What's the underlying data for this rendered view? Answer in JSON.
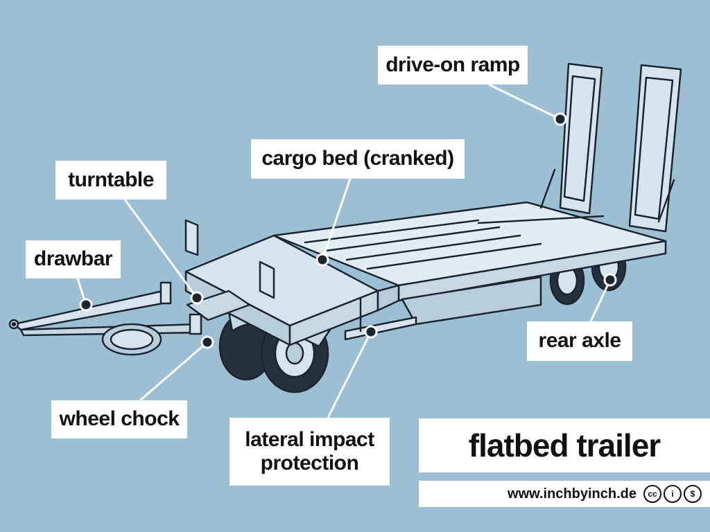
{
  "title": "flatbed trailer",
  "website": "www.inchbyinch.de",
  "license_icons": [
    "cc-icon",
    "by-icon",
    "nc-icon"
  ],
  "license_glyphs": {
    "cc": "cc",
    "by": "i",
    "nc": "$"
  },
  "labels": {
    "drive_on_ramp": "drive-on ramp",
    "cargo_bed": "cargo bed (cranked)",
    "turntable": "turntable",
    "drawbar": "drawbar",
    "rear_axle": "rear axle",
    "wheel_chock": "wheel chock",
    "lateral_impact_line1": "lateral impact",
    "lateral_impact_line2": "protection"
  },
  "colors": {
    "background": "#9dbfd4",
    "trailer_fill": "#d5e4ee",
    "outline": "#1b2530",
    "leader": "#ffffff"
  }
}
